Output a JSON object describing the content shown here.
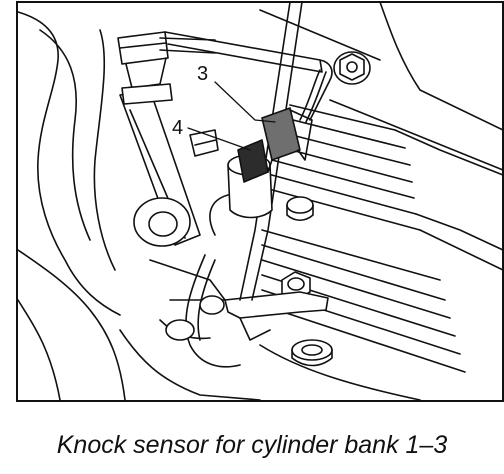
{
  "figure": {
    "callouts": [
      {
        "id": "3",
        "label": "3"
      },
      {
        "id": "4",
        "label": "4"
      }
    ],
    "caption": "Knock sensor for cylinder bank 1–3"
  },
  "colors": {
    "line": "#111111",
    "shade": "#6f6f6f",
    "dark": "#2c2c2c",
    "background": "#ffffff"
  }
}
